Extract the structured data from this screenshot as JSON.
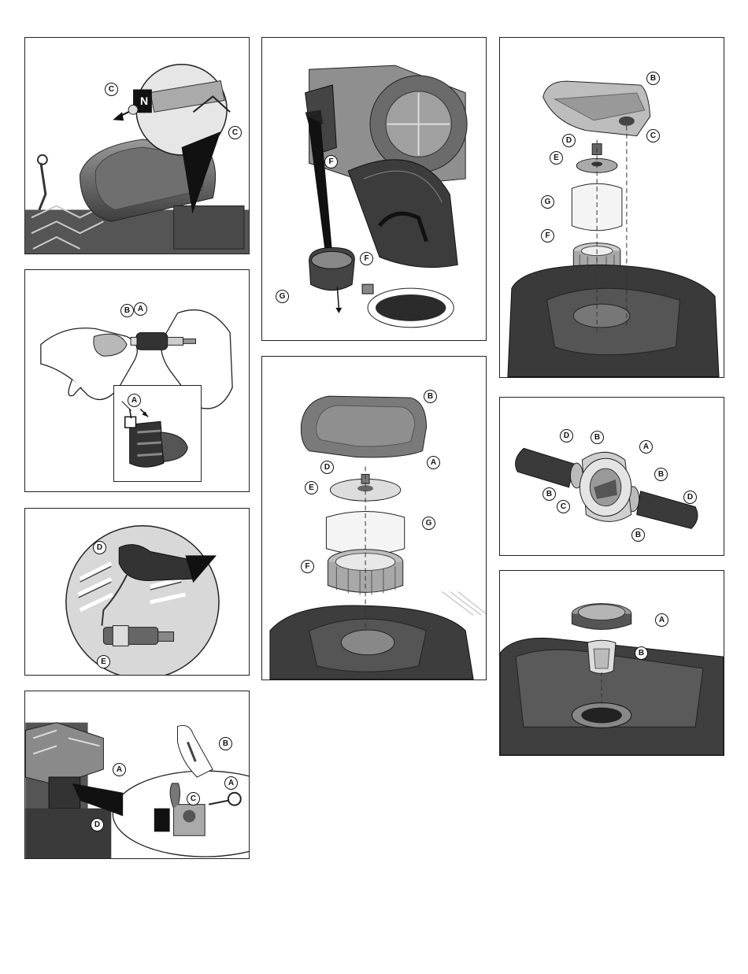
{
  "panels": {
    "p1": {
      "labels": [
        "C",
        "C"
      ],
      "sign": "N"
    },
    "p2": {
      "labels": [
        "B",
        "A",
        "A"
      ]
    },
    "p3": {
      "labels": [
        "D",
        "E"
      ]
    },
    "p4": {
      "labels": [
        "B",
        "A",
        "A",
        "C",
        "D"
      ]
    },
    "p5": {
      "labels": [
        "F",
        "F",
        "G"
      ]
    },
    "p6": {
      "labels": [
        "B",
        "A",
        "D",
        "E",
        "G",
        "F"
      ]
    },
    "p7": {
      "labels": [
        "B",
        "C",
        "D",
        "E",
        "G",
        "F"
      ]
    },
    "p8": {
      "labels": [
        "D",
        "B",
        "A",
        "B",
        "B",
        "D",
        "C",
        "B"
      ]
    },
    "p9": {
      "labels": [
        "A",
        "B"
      ]
    }
  },
  "colors": {
    "border": "#222222",
    "dark_part": "#3a3a3a",
    "mid_part": "#8a8a8a",
    "light_part": "#d6d6d6"
  }
}
